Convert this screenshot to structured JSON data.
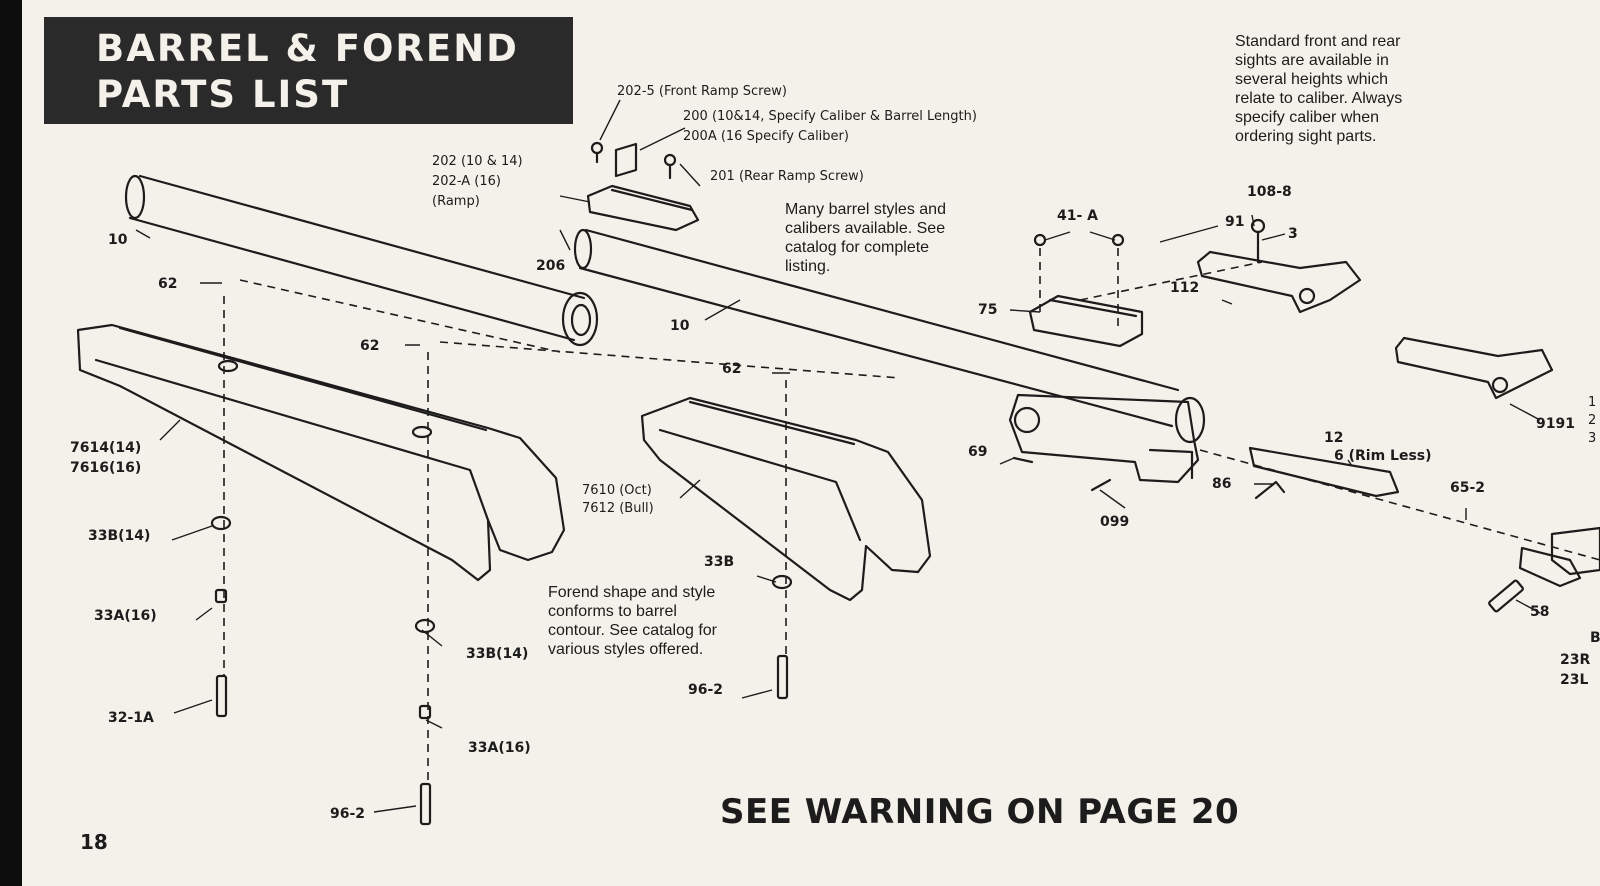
{
  "title": {
    "line1": "BARREL & FOREND",
    "line2": "PARTS LIST"
  },
  "notes": {
    "sights": [
      "Standard front and rear",
      "sights are available in",
      "several heights which",
      "relate to caliber. Always",
      "specify caliber when",
      "ordering sight parts."
    ],
    "barrel": [
      "Many barrel styles and",
      "calibers available. See",
      "catalog for complete",
      "listing."
    ],
    "forend": [
      "Forend shape and style",
      "conforms to barrel",
      "contour. See catalog for",
      "various styles offered."
    ]
  },
  "warning": "SEE WARNING ON PAGE 20",
  "page_number": "18",
  "labels": {
    "l_202_5": "202-5 (Front Ramp Screw)",
    "l_200": "200 (10&14, Specify Caliber & Barrel Length)",
    "l_200a": "200A (16 Specify Caliber)",
    "l_202_a": "202 (10 & 14)",
    "l_202_b": "202-A (16)",
    "l_202_c": "(Ramp)",
    "l_201": "201 (Rear Ramp Screw)",
    "l_10a": "10",
    "l_206": "206",
    "l_62a": "62",
    "l_62b": "62",
    "l_62c": "62",
    "l_10b": "10",
    "l_41a": "41- A",
    "l_91": "91",
    "l_108_8": "108-8",
    "l_3": "3",
    "l_112": "112",
    "l_75": "75",
    "l_9191": "9191",
    "l_bracket": "1",
    "l_bracket2": "2",
    "l_bracket3": "3",
    "l_7614": "7614(14)",
    "l_7616": "7616(16)",
    "l_7610": "7610 (Oct)",
    "l_7612": "7612 (Bull)",
    "l_69": "69",
    "l_12": "12",
    "l_6": "6 (Rim Less)",
    "l_86": "86",
    "l_65_2": "65-2",
    "l_099": "099",
    "l_33b14a": "33B(14)",
    "l_33a16a": "33A(16)",
    "l_32_1a": "32-1A",
    "l_33b": "33B",
    "l_33b14b": "33B(14)",
    "l_33a16b": "33A(16)",
    "l_96_2a": "96-2",
    "l_96_2b": "96-2",
    "l_58": "58",
    "l_b": "B",
    "l_23r": "23R",
    "l_23l": "23L"
  }
}
